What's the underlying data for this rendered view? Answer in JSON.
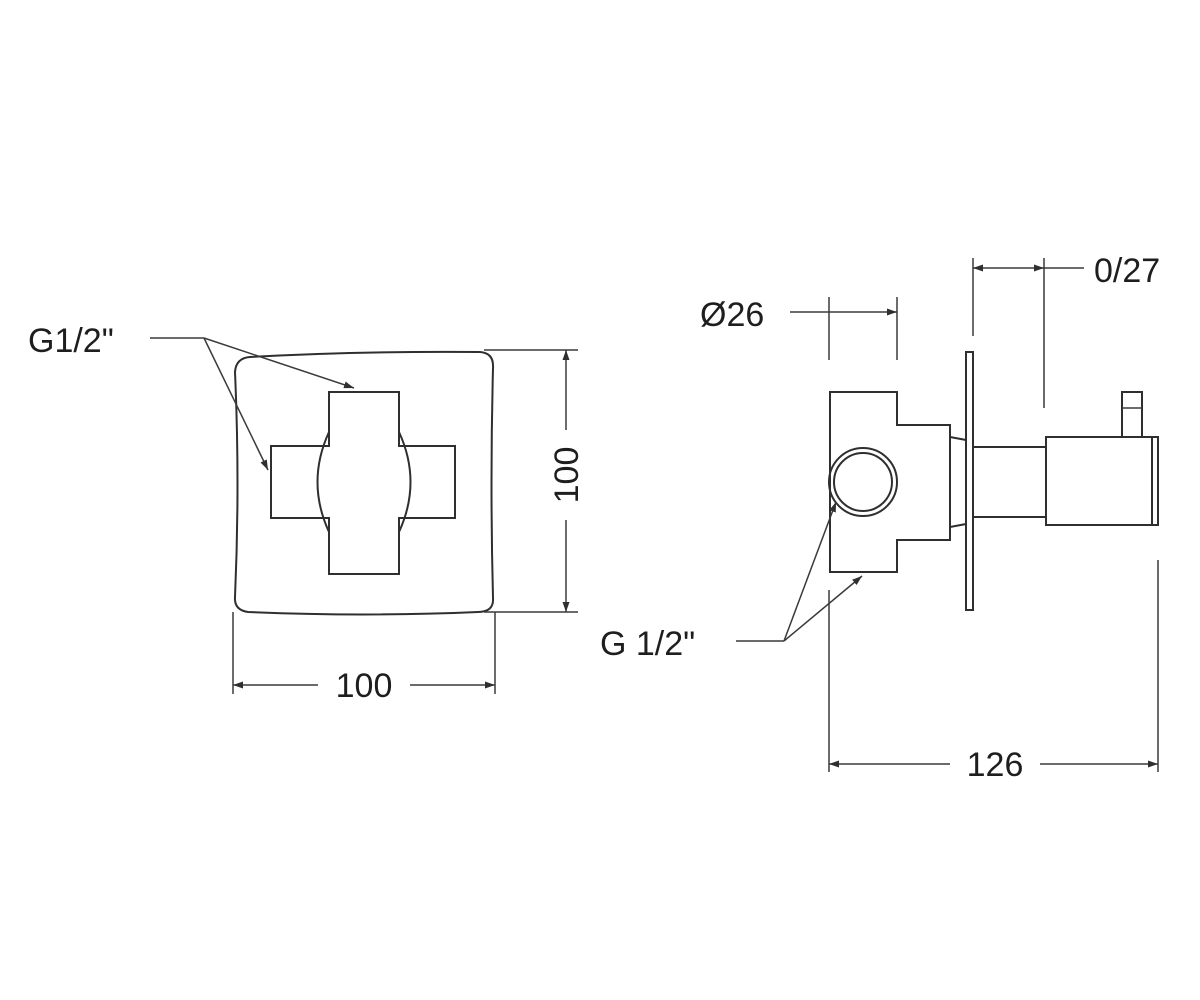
{
  "front_view": {
    "thread_label": "G1/2\"",
    "width_label": "100",
    "height_label": "100"
  },
  "side_view": {
    "diameter_label": "Ø26",
    "adjustment_label": "0/27",
    "thread_label": "G 1/2\"",
    "length_label": "126"
  }
}
